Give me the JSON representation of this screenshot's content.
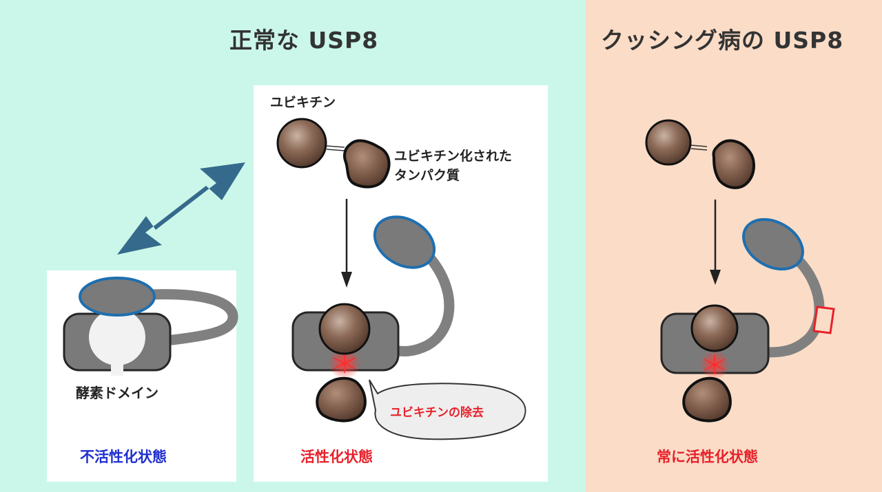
{
  "panels": {
    "normal_title": "正常な USP8",
    "cushing_title": "クッシング病の USP8"
  },
  "labels": {
    "ubiquitin": "ユビキチン",
    "ubiquitinated_protein_line1": "ユビキチン化された",
    "ubiquitinated_protein_line2": "タンパク質",
    "enzyme_domain": "酵素ドメイン",
    "ubiquitin_removal": "ユビキチンの除去"
  },
  "states": {
    "inactive": "不活性化状態",
    "active": "活性化状態",
    "always_active": "常に活性化状態"
  },
  "colors": {
    "normal_bg": "#cbf7ea",
    "cushing_bg": "#fadcc7",
    "arrow": "#356a8c",
    "inactive_text": "#1f2fd0",
    "active_text": "#e8202a",
    "mutation": "#e8202a",
    "domain_outline": "#1d6fb0",
    "ubiquitin": "#7a5a4a"
  }
}
